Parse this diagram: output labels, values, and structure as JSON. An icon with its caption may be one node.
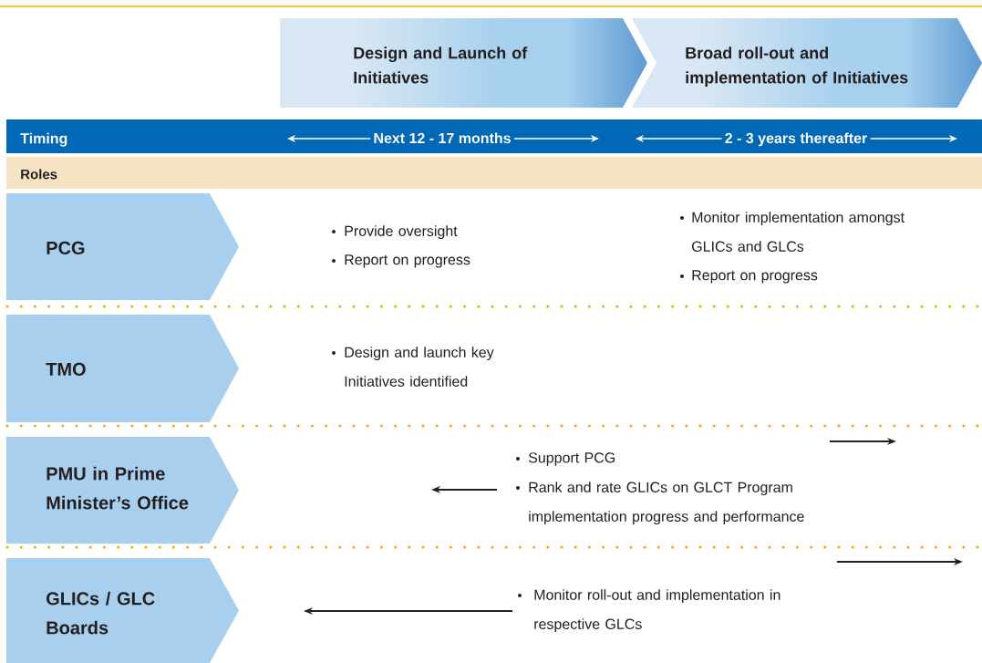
{
  "diagram": {
    "nodes": [
      {
        "text": [
          "Design and Launch of Initiatives"
        ]
      },
      {
        "text": [
          "Broad roll-out and implementation of Initiatives"
        ]
      },
      {
        "text": [
          "Timing"
        ]
      },
      {
        "text": [
          "Roles"
        ]
      },
      {
        "text": [
          "PCG"
        ]
      },
      {
        "text": [
          "TMO"
        ]
      },
      {
        "text": [
          "PMU in Prime Minister’s Office"
        ]
      },
      {
        "text": [
          "GLICs / GLC Boards"
        ]
      }
    ],
    "labels": [
      "Next 12 - 17 months",
      "2 - 3 years thereafter",
      "Provide oversight",
      "Report on progress",
      "Monitor implementation amongst GLICs and GLCs",
      "Report on progress",
      "Design and launch key Initiatives identified",
      "Support PCG",
      "Rank and rate GLICs on GLCT Program implementation progress and performance",
      "Monitor roll-out and implementation in respective GLCs"
    ]
  }
}
